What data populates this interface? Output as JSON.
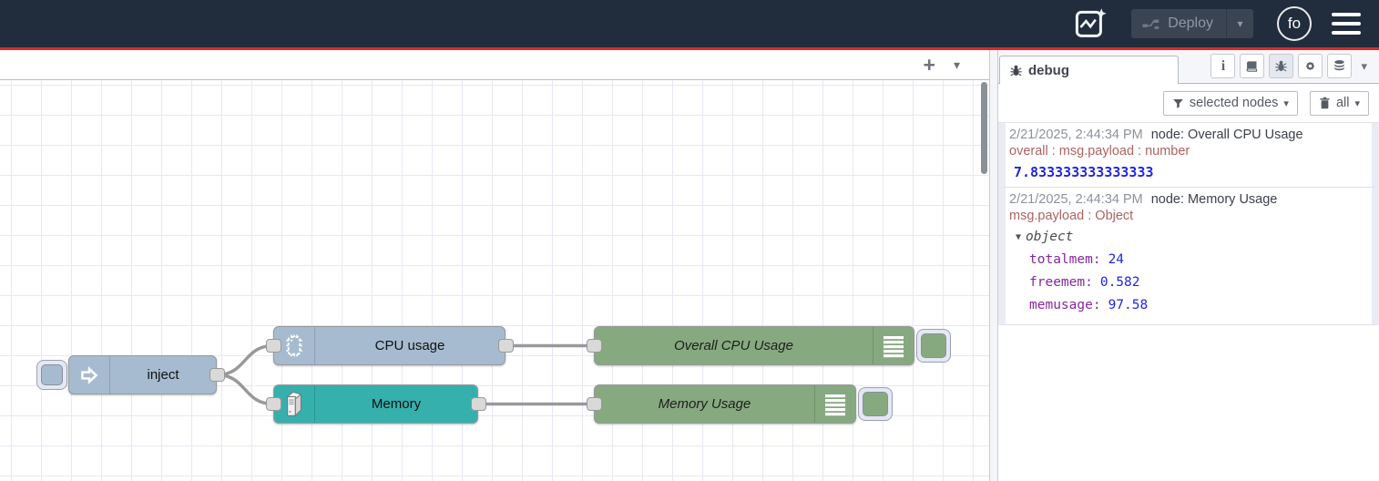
{
  "header": {
    "deploy_label": "Deploy",
    "avatar_initials": "fo"
  },
  "canvas_toolbar": {
    "add_flow": "+",
    "flow_list_caret": "▾"
  },
  "flow": {
    "nodes": {
      "inject": {
        "label": "inject"
      },
      "cpu": {
        "label": "CPU usage"
      },
      "memory": {
        "label": "Memory"
      },
      "overall": {
        "label": "Overall CPU Usage"
      },
      "memusage": {
        "label": "Memory Usage"
      }
    }
  },
  "sidebar": {
    "tab_label": "debug",
    "info_glyph": "i",
    "panel_caret": "▾",
    "filter_label": "selected nodes",
    "filter_caret": "▾",
    "clear_label": "all",
    "clear_caret": "▾",
    "messages": [
      {
        "timestamp": "2/21/2025, 2:44:34 PM",
        "node": "node: Overall CPU Usage",
        "meta": "overall : msg.payload : number",
        "value": "7.833333333333333"
      },
      {
        "timestamp": "2/21/2025, 2:44:34 PM",
        "node": "node: Memory Usage",
        "meta": "msg.payload : Object",
        "caret": "▼",
        "root": "object",
        "entries": [
          {
            "key": "totalmem:",
            "value": "24"
          },
          {
            "key": "freemem:",
            "value": "0.582"
          },
          {
            "key": "memusage:",
            "value": "97.58"
          }
        ]
      }
    ]
  },
  "colors": {
    "header_bg": "#212c3c",
    "header_accent_line": "#d92b2b",
    "inject_node": "#a6bbcf",
    "cpu_node": "#a6bbcf",
    "memory_node": "#36b0ad",
    "debug_node": "#87a980",
    "wire": "#999999",
    "grid_line": "#e8e8f5",
    "debug_number_text": "#2125dd",
    "debug_key_text": "#86279c",
    "debug_meta_text": "#ad6360",
    "timestamp_text": "#8c929c"
  }
}
